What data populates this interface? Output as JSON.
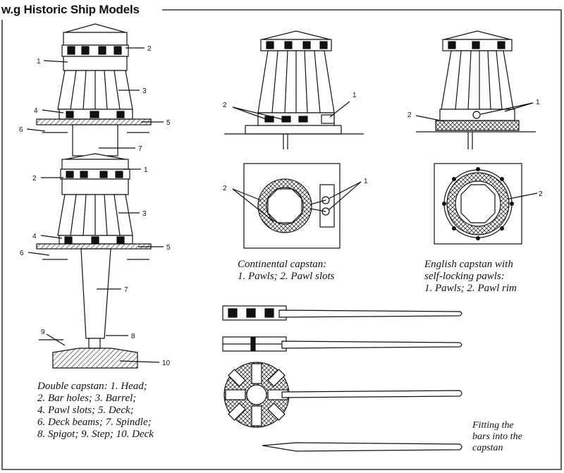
{
  "header": {
    "title": "w.g Historic Ship Models"
  },
  "double_capstan": {
    "caption": "Double capstan: 1. Head;\n2. Bar holes; 3. Barrel;\n4. Pawl slots; 5. Deck;\n6. Deck beams; 7. Spindle;\n8. Spigot; 9. Step; 10. Deck",
    "labels": [
      "1",
      "2",
      "3",
      "4",
      "5",
      "6",
      "7",
      "1",
      "2",
      "3",
      "4",
      "5",
      "6",
      "7",
      "8",
      "9",
      "10"
    ]
  },
  "continental_capstan": {
    "caption": "Continental capstan:\n1. Pawls; 2. Pawl slots",
    "labels": [
      "1",
      "2",
      "2",
      "1"
    ]
  },
  "english_capstan": {
    "caption": "English capstan with\nself-locking pawls:\n1. Pawls; 2. Pawl rim",
    "labels": [
      "1",
      "2",
      "2"
    ]
  },
  "bars": {
    "caption": "Fitting the\nbars into the\ncapstan"
  }
}
